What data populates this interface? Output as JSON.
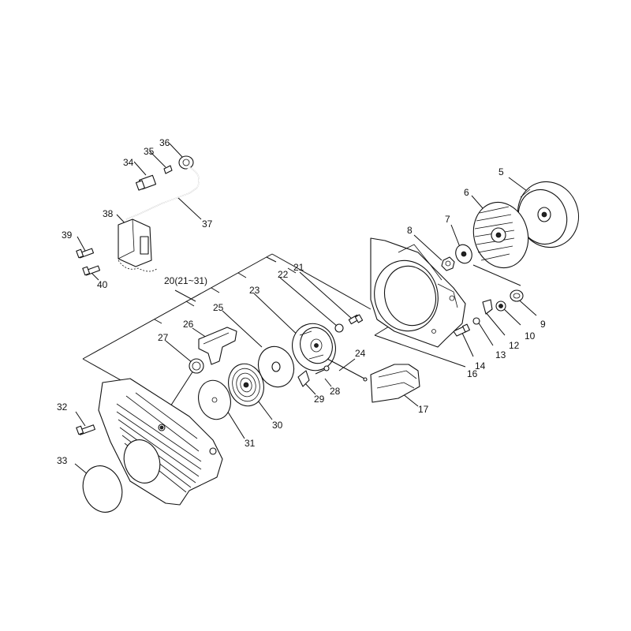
{
  "labels": {
    "l5": "5",
    "l6": "6",
    "l7": "7",
    "l8": "8",
    "l9": "9",
    "l10": "10",
    "l12": "12",
    "l13": "13",
    "l14": "14",
    "l16": "16",
    "l17": "17",
    "l20": "20(21~31)",
    "l21": "21",
    "l22": "22",
    "l23": "23",
    "l24": "24",
    "l25": "25",
    "l26": "26",
    "l27": "27",
    "l28": "28",
    "l29": "29",
    "l30": "30",
    "l31": "31",
    "l32": "32",
    "l33": "33",
    "l34": "34",
    "l35": "35",
    "l36": "36",
    "l37": "37",
    "l38": "38",
    "l39": "39",
    "l40": "40"
  }
}
